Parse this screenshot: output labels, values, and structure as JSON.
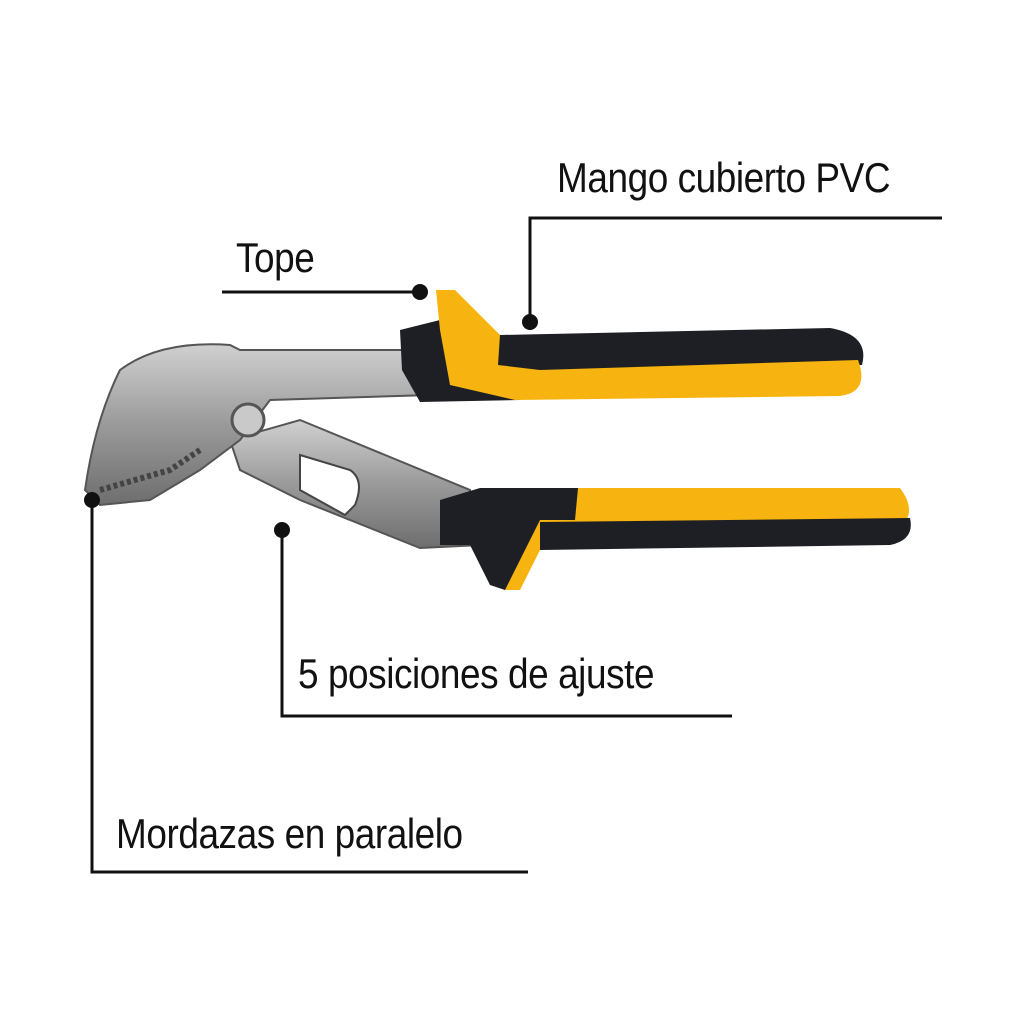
{
  "callouts": {
    "handle": "Mango cubierto PVC",
    "stop": "Tope",
    "adjust": "5 posiciones de ajuste",
    "jaws": "Mordazas en paralelo"
  },
  "colors": {
    "grip_yellow": "#f7b30f",
    "grip_black": "#1e1f24",
    "metal": "#a9a9a9",
    "line": "#111111"
  }
}
